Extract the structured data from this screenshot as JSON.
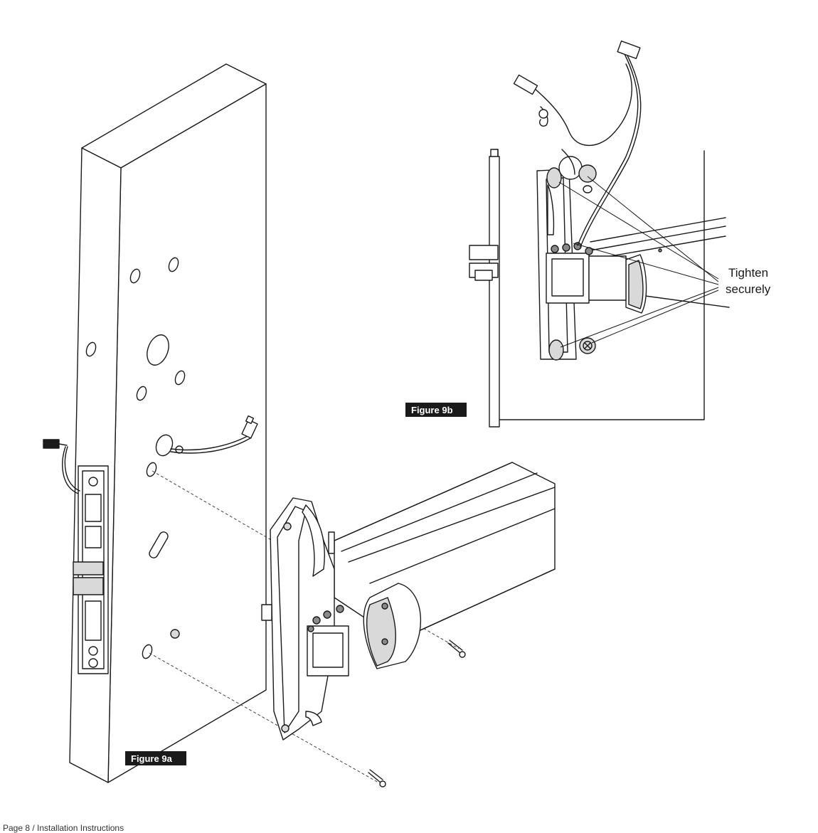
{
  "figures": {
    "figure_9a": {
      "label": "Figure 9a"
    },
    "figure_9b": {
      "label": "Figure 9b"
    }
  },
  "callouts": {
    "tighten_line1": "Tighten",
    "tighten_line2": "securely"
  },
  "footer": {
    "text": "Page 8 / Installation Instructions"
  },
  "colors": {
    "line": "#1a1a1a",
    "label_bg": "#1a1a1a",
    "label_text": "#ffffff"
  }
}
